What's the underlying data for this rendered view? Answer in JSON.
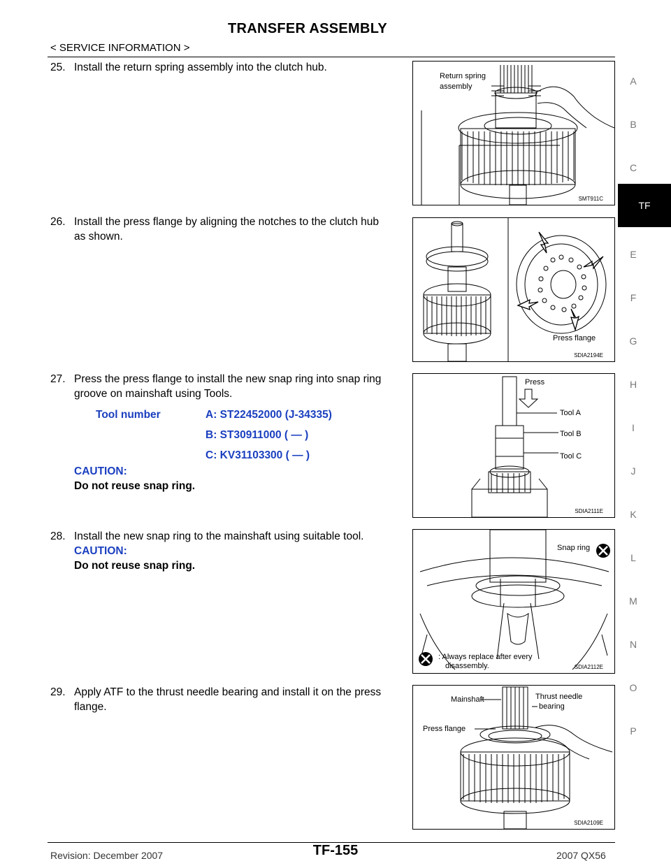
{
  "header": {
    "title": "TRANSFER ASSEMBLY",
    "subtitle": "< SERVICE INFORMATION >"
  },
  "side_index": {
    "letters": [
      "A",
      "B",
      "C",
      "E",
      "F",
      "G",
      "H",
      "I",
      "J",
      "K",
      "L",
      "M",
      "N",
      "O",
      "P"
    ],
    "active_tab": "TF"
  },
  "steps": [
    {
      "num": "25.",
      "text": "Install the return spring assembly into the clutch hub."
    },
    {
      "num": "26.",
      "text": "Install the press flange by aligning the notches to the clutch hub",
      "text2": "as shown."
    },
    {
      "num": "27.",
      "text": "Press the press flange to install the new snap ring into snap ring",
      "text2": "groove on mainshaft using Tools."
    },
    {
      "num": "28.",
      "text": "Install the new snap ring to the mainshaft using suitable tool."
    },
    {
      "num": "29.",
      "text": "Apply ATF to the thrust needle bearing and install it on the press",
      "text2": "flange."
    }
  ],
  "tools": {
    "label": "Tool number",
    "rows": [
      "A: ST22452000 (J-34335)",
      "B: ST30911000 (    —    )",
      "C: KV31103300 (    —    )"
    ]
  },
  "caution": {
    "head": "CAUTION:",
    "text": "Do not reuse snap ring."
  },
  "figures": {
    "fig1": {
      "label": "Return spring\nassembly",
      "label_line1": "Return spring",
      "label_line2": "assembly",
      "id": "SMT911C"
    },
    "fig2": {
      "label": "Press flange",
      "id": "SDIA2194E"
    },
    "fig3": {
      "label_press": "Press",
      "label_a": "Tool A",
      "label_b": "Tool B",
      "label_c": "Tool C",
      "id": "SDIA2111E"
    },
    "fig4": {
      "label": "Snap ring",
      "note_line1": ": Always replace after every",
      "note_line2": "disassembly.",
      "id": "SDIA2112E"
    },
    "fig5": {
      "label_mainshaft": "Mainshaft",
      "label_thrust1": "Thrust needle",
      "label_thrust2": "bearing",
      "label_flange": "Press flange",
      "id": "SDIA2109E"
    }
  },
  "footer": {
    "revision": "Revision: December 2007",
    "page": "TF-155",
    "model": "2007 QX56"
  }
}
